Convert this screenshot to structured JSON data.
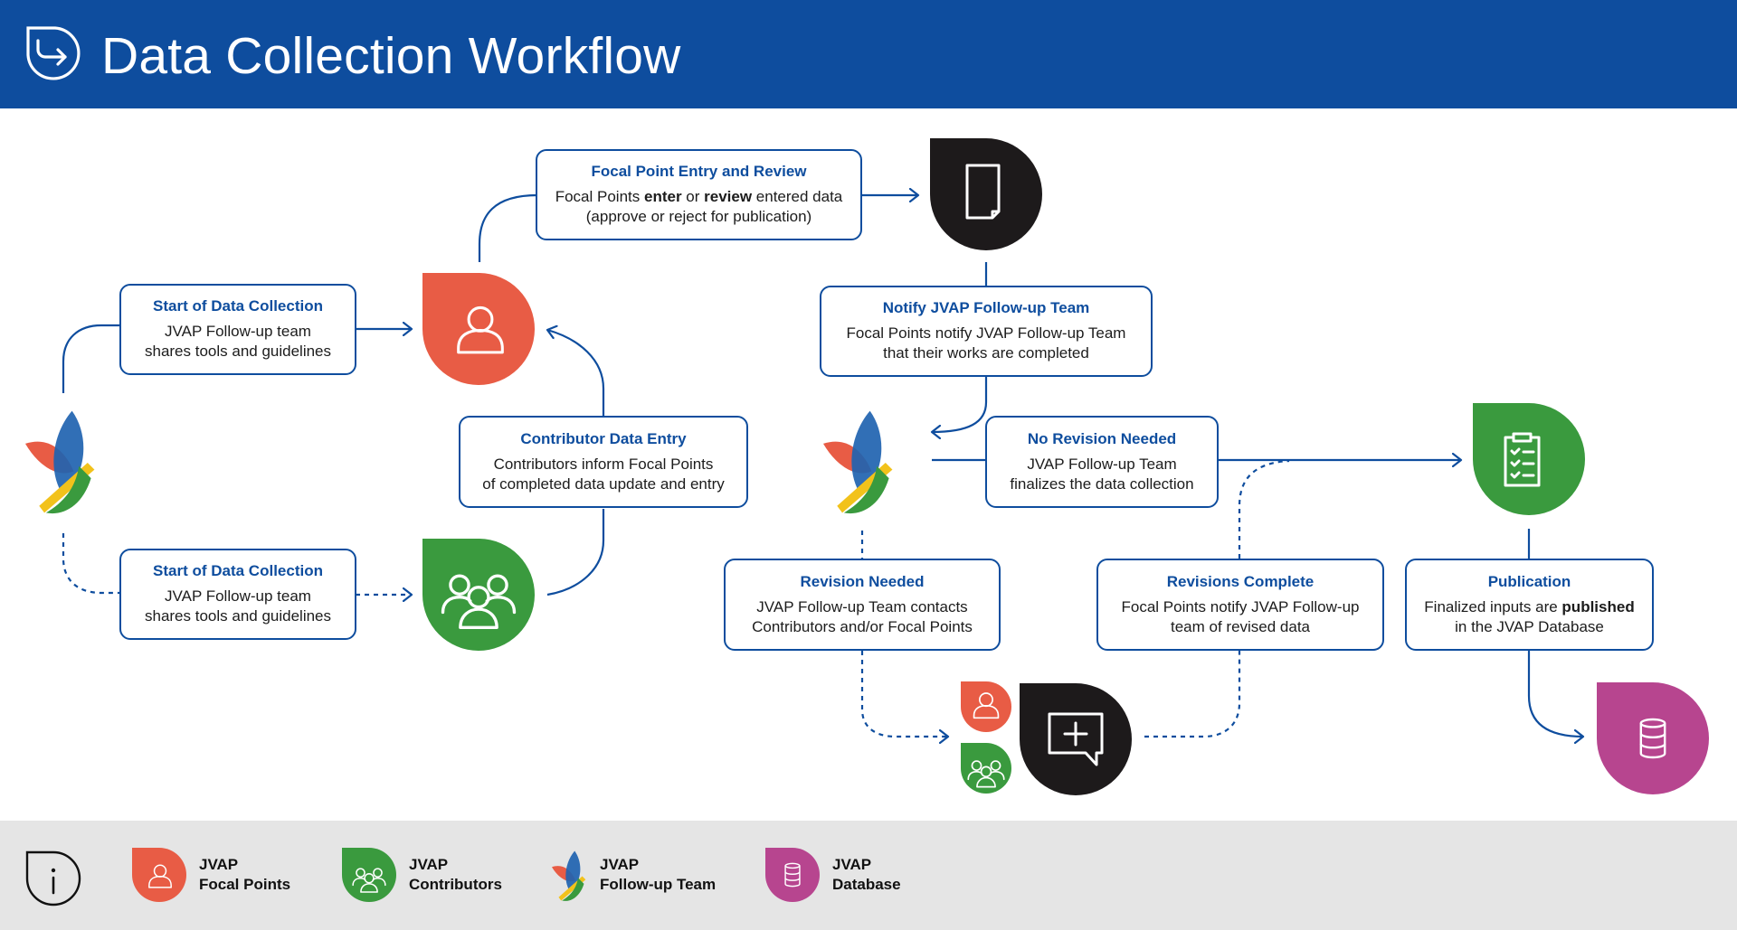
{
  "title": "Data Collection Workflow",
  "colors": {
    "header": "#0e4d9e",
    "focal_points": "#e85c45",
    "contributors": "#3a9a3e",
    "database": "#b7458f",
    "document": "#1d1a1b",
    "arrow": "#0e4d9e",
    "legend_bg": "#e5e5e5"
  },
  "boxes": {
    "start_focal": {
      "title": "Start of Data Collection",
      "line1": "JVAP Follow-up team",
      "line2": "shares tools and guidelines"
    },
    "start_contrib": {
      "title": "Start of Data Collection",
      "line1": "JVAP Follow-up team",
      "line2": "shares tools and guidelines"
    },
    "focal_entry": {
      "title": "Focal Point Entry and Review",
      "line1_pre": "Focal Points ",
      "line1_b1": "enter",
      "line1_mid": " or ",
      "line1_b2": "review",
      "line1_post": " entered data",
      "line2": "(approve or reject for publication)"
    },
    "contrib_entry": {
      "title": "Contributor Data Entry",
      "line1": "Contributors inform Focal Points",
      "line2": "of completed data update and entry"
    },
    "notify": {
      "title": "Notify JVAP Follow-up Team",
      "line1": "Focal Points notify JVAP Follow-up Team",
      "line2": "that their works are completed"
    },
    "no_revision": {
      "title": "No Revision Needed",
      "line1": "JVAP Follow-up Team",
      "line2": "finalizes the data collection"
    },
    "revision": {
      "title": "Revision Needed",
      "line1": "JVAP Follow-up Team contacts",
      "line2": "Contributors and/or Focal Points"
    },
    "revisions_complete": {
      "title": "Revisions Complete",
      "line1": "Focal Points notify JVAP Follow-up",
      "line2": "team of revised data"
    },
    "publication": {
      "title": "Publication",
      "line1_pre": "Finalized inputs are ",
      "line1_b": "published",
      "line2": "in the JVAP Database"
    }
  },
  "legend": {
    "info_icon": "info-icon",
    "items": [
      {
        "line1": "JVAP",
        "line2": "Focal Points",
        "icon": "person-icon"
      },
      {
        "line1": "JVAP",
        "line2": "Contributors",
        "icon": "group-icon"
      },
      {
        "line1": "JVAP",
        "line2": "Follow-up Team",
        "icon": "jvap-logo-icon"
      },
      {
        "line1": "JVAP",
        "line2": "Database",
        "icon": "database-icon"
      }
    ]
  }
}
